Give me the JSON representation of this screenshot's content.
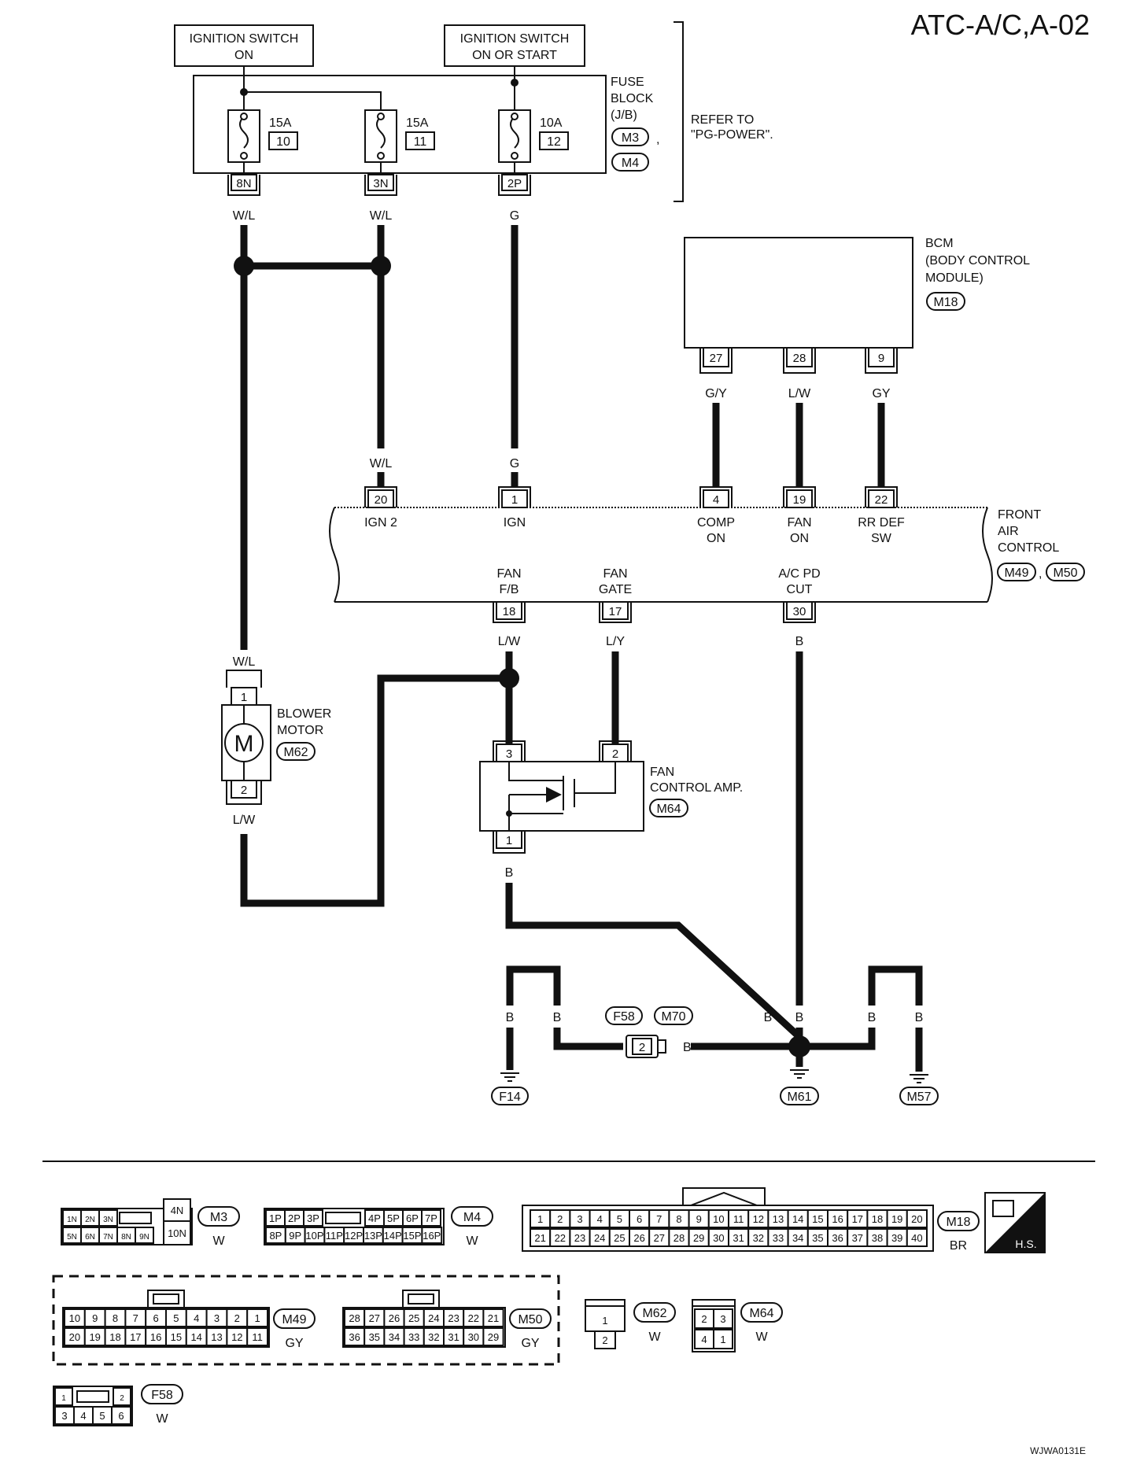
{
  "title": "ATC-A/C,A-02",
  "figure_code": "WJWA0131E",
  "power": {
    "ign_on_line1": "IGNITION SWITCH",
    "ign_on_line2": "ON",
    "ign_start_line1": "IGNITION SWITCH",
    "ign_start_line2": "ON OR START",
    "fuse_block_lines": [
      "FUSE",
      "BLOCK",
      "(J/B)"
    ],
    "fuse_block_connectors": [
      "M3",
      "M4"
    ],
    "comma": ",",
    "refer_line1": "REFER TO",
    "refer_line2": "\"PG-POWER\".",
    "fuses": [
      {
        "amp": "15A",
        "num": "10",
        "pin": "8N",
        "color": "W/L"
      },
      {
        "amp": "15A",
        "num": "11",
        "pin": "3N",
        "color": "W/L"
      },
      {
        "amp": "10A",
        "num": "12",
        "pin": "2P",
        "color": "G"
      }
    ]
  },
  "bcm": {
    "lines": [
      "BCM",
      "(BODY CONTROL",
      "MODULE)"
    ],
    "connector": "M18",
    "pins": [
      {
        "pin": "27",
        "color": "G/Y"
      },
      {
        "pin": "28",
        "color": "L/W"
      },
      {
        "pin": "9",
        "color": "GY"
      }
    ]
  },
  "front_air_control": {
    "lines": [
      "FRONT",
      "AIR",
      "CONTROL"
    ],
    "connectors": [
      "M49",
      "M50"
    ],
    "comma": ",",
    "top_pins": [
      {
        "pin": "20",
        "color": "W/L",
        "name": [
          "IGN 2"
        ]
      },
      {
        "pin": "1",
        "color": "G",
        "name": [
          "IGN"
        ]
      },
      {
        "pin": "4",
        "color": "",
        "name": [
          "COMP",
          "ON"
        ]
      },
      {
        "pin": "19",
        "color": "",
        "name": [
          "FAN",
          "ON"
        ]
      },
      {
        "pin": "22",
        "color": "",
        "name": [
          "RR DEF",
          "SW"
        ]
      }
    ],
    "bottom_pins": [
      {
        "pin": "18",
        "color": "L/W",
        "name": [
          "FAN",
          "F/B"
        ]
      },
      {
        "pin": "17",
        "color": "L/Y",
        "name": [
          "FAN",
          "GATE"
        ]
      },
      {
        "pin": "30",
        "color": "B",
        "name": [
          "A/C  PD",
          "CUT"
        ]
      }
    ]
  },
  "blower_motor": {
    "lines": [
      "BLOWER",
      "MOTOR"
    ],
    "connector": "M62",
    "symbol": "M",
    "pin_top": "1",
    "pin_bottom": "2",
    "color_top": "W/L",
    "color_bottom": "L/W"
  },
  "fan_control_amp": {
    "lines": [
      "FAN",
      "CONTROL AMP."
    ],
    "connector": "M64",
    "pin3": "3",
    "pin2": "2",
    "pin1": "1",
    "color_out": "B"
  },
  "grounds": {
    "b": "B",
    "joint_connector_pin": "2",
    "joint_connectors": [
      "F58",
      "M70"
    ],
    "points": [
      "F14",
      "M61",
      "M57"
    ]
  },
  "connectors": {
    "m3": {
      "name": "M3",
      "color": "W",
      "row1": [
        "1N",
        "2N",
        "3N"
      ],
      "row2": [
        "5N",
        "6N",
        "7N",
        "8N",
        "9N"
      ],
      "side_top": "4N",
      "side_bottom": "10N"
    },
    "m4": {
      "name": "M4",
      "color": "W",
      "row1": [
        "1P",
        "2P",
        "3P",
        "4P",
        "5P",
        "6P",
        "7P"
      ],
      "row2": [
        "8P",
        "9P",
        "10P",
        "11P",
        "12P",
        "13P",
        "14P",
        "15P",
        "16P"
      ]
    },
    "m18": {
      "name": "M18",
      "color": "BR",
      "row1": [
        "1",
        "2",
        "3",
        "4",
        "5",
        "6",
        "7",
        "8",
        "9",
        "10",
        "11",
        "12",
        "13",
        "14",
        "15",
        "16",
        "17",
        "18",
        "19",
        "20"
      ],
      "row2": [
        "21",
        "22",
        "23",
        "24",
        "25",
        "26",
        "27",
        "28",
        "29",
        "30",
        "31",
        "32",
        "33",
        "34",
        "35",
        "36",
        "37",
        "38",
        "39",
        "40"
      ]
    },
    "hs": "H.S.",
    "m49": {
      "name": "M49",
      "color": "GY",
      "row1": [
        "10",
        "9",
        "8",
        "7",
        "6",
        "5",
        "4",
        "3",
        "2",
        "1"
      ],
      "row2": [
        "20",
        "19",
        "18",
        "17",
        "16",
        "15",
        "14",
        "13",
        "12",
        "11"
      ]
    },
    "m50": {
      "name": "M50",
      "color": "GY",
      "row1": [
        "28",
        "27",
        "26",
        "25",
        "24",
        "23",
        "22",
        "21"
      ],
      "row2": [
        "36",
        "35",
        "34",
        "33",
        "32",
        "31",
        "30",
        "29"
      ]
    },
    "m62": {
      "name": "M62",
      "color": "W",
      "pins": [
        "1",
        "2"
      ]
    },
    "m64": {
      "name": "M64",
      "color": "W",
      "row1": [
        "2",
        "3"
      ],
      "row2": [
        "4",
        "1"
      ]
    },
    "f58": {
      "name": "F58",
      "color": "W",
      "row1": [
        "1",
        "2"
      ],
      "row2": [
        "3",
        "4",
        "5",
        "6"
      ]
    }
  }
}
